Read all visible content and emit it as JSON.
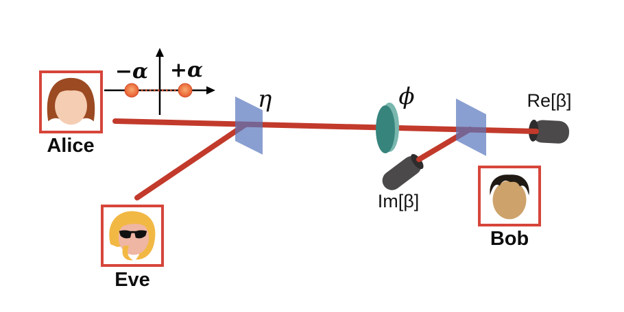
{
  "participants": {
    "alice": "Alice",
    "eve": "Eve",
    "bob": "Bob"
  },
  "phase_space": {
    "minus_alpha": "−α",
    "plus_alpha": "+α"
  },
  "optics": {
    "eta": "η",
    "phi": "ϕ",
    "re_beta": "Re[β]",
    "im_beta": "Im[β]"
  },
  "colors": {
    "beam": "#c23a2b",
    "beam_splitter": "#8b9fd1",
    "phase_disk": "#37847d",
    "detector_body": "#4b4949",
    "detector_cap": "#2e2c2c",
    "portrait_frame": "#d6453a",
    "coherent_dot_edge": "#e55c31",
    "coherent_dot_center": "#f4a269"
  }
}
